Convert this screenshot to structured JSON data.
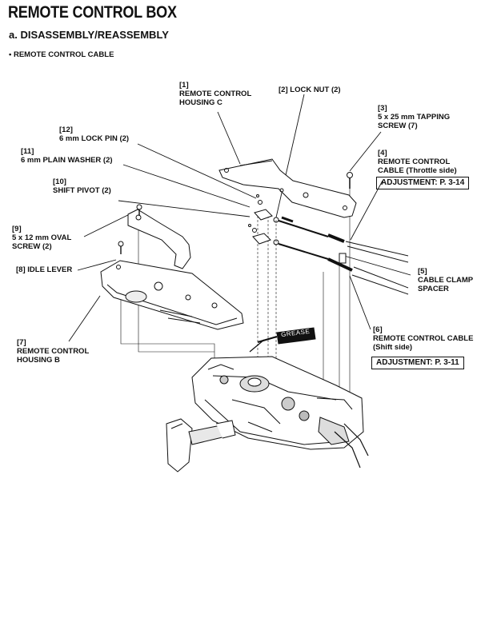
{
  "header": {
    "title": "REMOTE CONTROL BOX",
    "subtitle": "a. DISASSEMBLY/REASSEMBLY",
    "section": "• REMOTE CONTROL CABLE"
  },
  "callouts": {
    "p1": {
      "num": "[1]",
      "line1": "REMOTE CONTROL",
      "line2": "HOUSING C"
    },
    "p2": {
      "num": "[2]",
      "line1": "LOCK NUT (2)"
    },
    "p3": {
      "num": "[3]",
      "line1": "5 x 25 mm TAPPING",
      "line2": "SCREW (7)"
    },
    "p4": {
      "num": "[4]",
      "line1": "REMOTE CONTROL",
      "line2": "CABLE (Throttle side)"
    },
    "p5": {
      "num": "[5]",
      "line1": "CABLE CLAMP",
      "line2": "SPACER"
    },
    "p6": {
      "num": "[6]",
      "line1": "REMOTE CONTROL CABLE",
      "line2": "(Shift side)"
    },
    "p7": {
      "num": "[7]",
      "line1": "REMOTE CONTROL",
      "line2": "HOUSING B"
    },
    "p8": {
      "num": "[8]",
      "line1": "IDLE LEVER"
    },
    "p9": {
      "num": "[9]",
      "line1": "5 x 12 mm OVAL",
      "line2": "SCREW (2)"
    },
    "p10": {
      "num": "[10]",
      "line1": "SHIFT PIVOT (2)"
    },
    "p11": {
      "num": "[11]",
      "line1": "6 mm PLAIN WASHER (2)"
    },
    "p12": {
      "num": "[12]",
      "line1": "6 mm LOCK PIN (2)"
    }
  },
  "adjustments": {
    "throttle": "ADJUSTMENT: P. 3-14",
    "shift": "ADJUSTMENT: P. 3-11"
  },
  "grease_label": "GREASE"
}
